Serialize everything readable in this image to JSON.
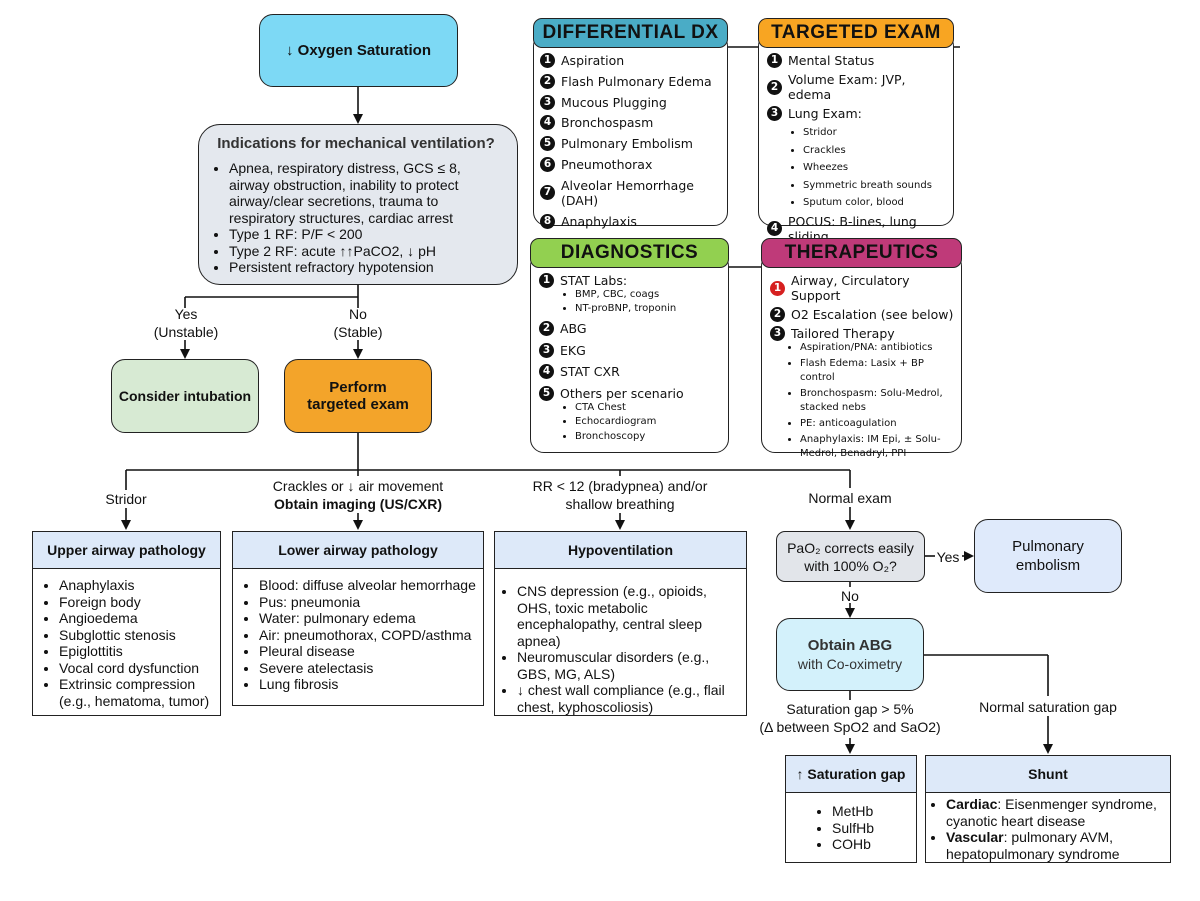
{
  "start": {
    "label": "↓ Oxygen Saturation"
  },
  "indications": {
    "title": "Indications for mechanical ventilation?",
    "items": [
      "Apnea, respiratory distress, GCS ≤ 8, airway obstruction, inability to protect airway/clear secretions, trauma to respiratory structures, cardiac arrest",
      "Type 1 RF: P/F < 200",
      "Type 2 RF: acute ↑↑PaCO2, ↓ pH",
      "Persistent refractory hypotension"
    ]
  },
  "branch_yes": {
    "line1": "Yes",
    "line2": "(Unstable)"
  },
  "branch_no": {
    "line1": "No",
    "line2": "(Stable)"
  },
  "intubation": {
    "label": "Consider intubation"
  },
  "targeted_exam": {
    "line1": "Perform",
    "line2": "targeted exam"
  },
  "branches": {
    "stridor": "Stridor",
    "crackles_line1": "Crackles or ↓ air movement",
    "crackles_line2": "Obtain imaging (US/CXR)",
    "rr_line1": "RR < 12 (bradypnea) and/or",
    "rr_line2": "shallow breathing",
    "normal": "Normal exam"
  },
  "upper_airway": {
    "title": "Upper airway pathology",
    "items": [
      "Anaphylaxis",
      "Foreign body",
      "Angioedema",
      "Subglottic stenosis",
      "Epiglottitis",
      "Vocal cord dysfunction",
      "Extrinsic compression (e.g., hematoma, tumor)"
    ]
  },
  "lower_airway": {
    "title": "Lower airway pathology",
    "items": [
      "Blood: diffuse alveolar hemorrhage",
      "Pus: pneumonia",
      "Water: pulmonary edema",
      "Air: pneumothorax, COPD/asthma",
      "Pleural disease",
      "Severe atelectasis",
      "Lung fibrosis"
    ]
  },
  "hypoventilation": {
    "title": "Hypoventilation",
    "items": [
      "CNS depression (e.g., opioids, OHS, toxic metabolic encephalopathy, central sleep apnea)",
      "Neuromuscular disorders (e.g., GBS, MG, ALS)",
      "↓ chest wall compliance (e.g., flail chest, kyphoscoliosis)"
    ]
  },
  "pao2": {
    "line1": "PaO₂ corrects easily",
    "line2": "with 100% O₂?"
  },
  "pao2_yes": "Yes",
  "pao2_no": "No",
  "pe": {
    "line1": "Pulmonary",
    "line2": "embolism"
  },
  "abg": {
    "line1": "Obtain ABG",
    "line2": "with Co-oximetry"
  },
  "gap_label": {
    "line1": "Saturation gap > 5%",
    "line2": "(Δ between SpO2 and SaO2)"
  },
  "normal_gap_label": "Normal saturation gap",
  "sat_gap": {
    "title": "↑ Saturation gap",
    "items": [
      "MetHb",
      "SulfHb",
      "COHb"
    ]
  },
  "shunt": {
    "title": "Shunt",
    "items": [
      {
        "bold": "Cardiac",
        "text": ": Eisenmenger syndrome, cyanotic heart disease"
      },
      {
        "bold": "Vascular",
        "text": ": pulmonary AVM, hepatopulmonary syndrome"
      }
    ]
  },
  "ddx": {
    "title": "DIFFERENTIAL DX",
    "items": [
      "Aspiration",
      "Flash Pulmonary Edema",
      "Mucous Plugging",
      "Bronchospasm",
      "Pulmonary Embolism",
      "Pneumothorax",
      "Alveolar Hemorrhage (DAH)",
      "Anaphylaxis"
    ]
  },
  "exam": {
    "title": "TARGETED EXAM",
    "item1": "Mental Status",
    "item2": "Volume Exam: JVP, edema",
    "item3": "Lung Exam:",
    "lung_sub": [
      "Stridor",
      "Crackles",
      "Wheezes",
      "Symmetric breath sounds",
      "Sputum color, blood"
    ],
    "item4": "POCUS: B-lines, lung sliding"
  },
  "diagnostics": {
    "title": "DIAGNOSTICS",
    "item1": "STAT Labs:",
    "labs_sub": [
      "BMP, CBC, coags",
      "NT-proBNP, troponin"
    ],
    "item2": "ABG",
    "item3": "EKG",
    "item4": "STAT CXR",
    "item5": "Others per scenario",
    "others_sub": [
      "CTA Chest",
      "Echocardiogram",
      "Bronchoscopy"
    ]
  },
  "therapeutics": {
    "title": "THERAPEUTICS",
    "item1": "Airway, Circulatory Support",
    "item2": "O2 Escalation (see below)",
    "item3": "Tailored Therapy",
    "tailored_sub": [
      "Aspiration/PNA: antibiotics",
      "Flash Edema: Lasix + BP control",
      "Bronchospasm: Solu-Medrol, stacked nebs",
      "PE: anticoagulation",
      "Anaphylaxis: IM Epi, ± Solu-Medrol, Benadryl, PPI"
    ]
  },
  "colors": {
    "start_fill": "#7dd9f5",
    "indications_fill": "#e4e8ee",
    "intubation_fill": "#d7ead3",
    "exam_fill": "#f3a42a",
    "list_header_fill": "#dde9f9",
    "pao2_fill": "#e2e5ea",
    "pe_fill": "#dfeafb",
    "abg_fill": "#d3f1fb",
    "ddx_title": "#4aacc6",
    "exam_title": "#f8a522",
    "diagnostics_title": "#92d050",
    "therapeutics_title": "#bf3a79",
    "red_number": "#d62020"
  }
}
